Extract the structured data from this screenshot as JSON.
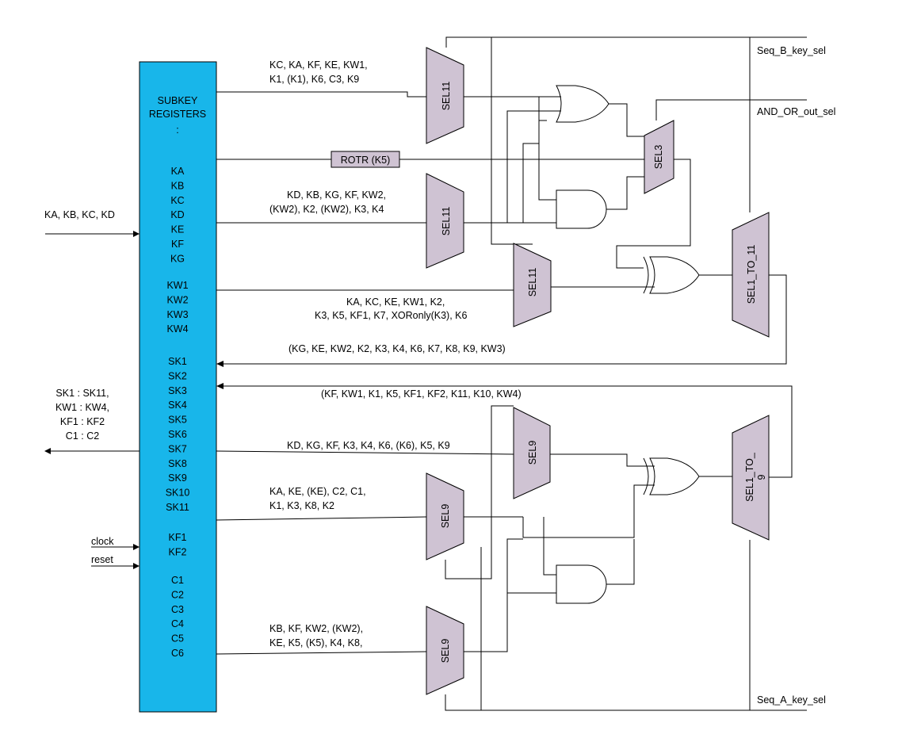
{
  "colors": {
    "register_fill": "#18b6ea",
    "mux_fill": "#cfc3d3",
    "rotr_fill": "#cfc3d3",
    "wire": "#000000"
  },
  "register": {
    "title_line1": "SUBKEY",
    "title_line2": "REGISTERS",
    "title_line3": ":",
    "group1": [
      "KA",
      "KB",
      "KC",
      "KD",
      "KE",
      "KF",
      "KG"
    ],
    "group2": [
      "KW1",
      "KW2",
      "KW3",
      "KW4"
    ],
    "group3": [
      "SK1",
      "SK2",
      "SK3",
      "SK4",
      "SK5",
      "SK6",
      "SK7",
      "SK8",
      "SK9",
      "SK10",
      "SK11"
    ],
    "group4": [
      "KF1",
      "KF2"
    ],
    "group5": [
      "C1",
      "C2",
      "C3",
      "C4",
      "C5",
      "C6"
    ]
  },
  "inputs": {
    "keys": "KA, KB, KC, KD",
    "clock": "clock",
    "reset": "reset"
  },
  "outputs": {
    "line1": "SK1 : SK11,",
    "line2": "KW1 : KW4,",
    "line3": "KF1 : KF2",
    "line4": "C1 : C2"
  },
  "wire_labels": {
    "sel11_top_l1": "KC, KA, KF, KE, KW1,",
    "sel11_top_l2": "K1, (K1), K6, C3, K9",
    "sel11_mid_l1": "KD, KB, KG, KF, KW2,",
    "sel11_mid_l2": "(KW2), K2, (KW2), K3, K4",
    "sel11_low_l1": "KA, KC, KE, KW1, K2,",
    "sel11_low_l2": "K3, K5, KF1, K7, XORonly(K3), K6",
    "feedback_b": "(KG, KE, KW2, K2, K3, K4, K6, K7, K8, K9, KW3)",
    "feedback_a": "(KF, KW1, K1, K5, KF1, KF2, K11, K10, KW4)",
    "sel9_top": "KD, KG, KF, K3, K4, K6, (K6), K5, K9",
    "sel9_mid_l1": "KA, KE, (KE), C2, C1,",
    "sel9_mid_l2": "K1, K3, K8, K2",
    "sel9_low_l1": "KB, KF, KW2, (KW2),",
    "sel9_low_l2": "KE, K5, (K5), K4, K8,"
  },
  "blocks": {
    "rotr": "ROTR (K5)",
    "sel11": "SEL11",
    "sel3": "SEL3",
    "sel9": "SEL9",
    "sel1_to_11": "SEL1_TO_11",
    "sel1_to_9_l1": "SEL1_TO_",
    "sel1_to_9_l2": "9"
  },
  "signals": {
    "seq_b": "Seq_B_key_sel",
    "and_or_out": "AND_OR_out_sel",
    "seq_a": "Seq_A_key_sel"
  }
}
